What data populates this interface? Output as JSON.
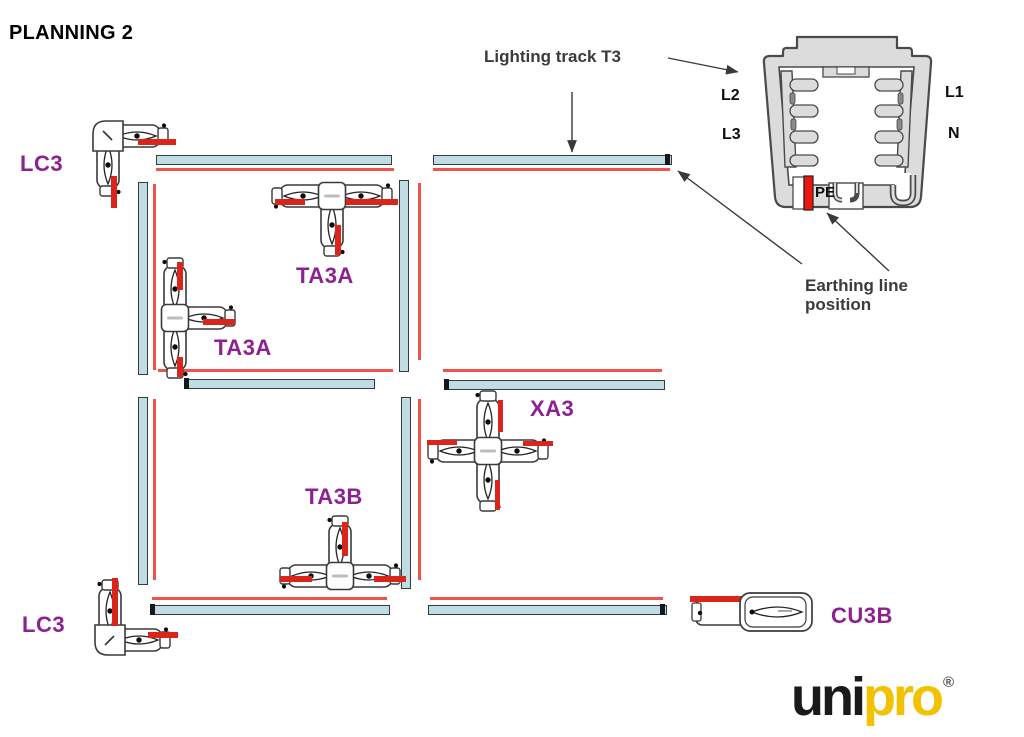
{
  "title": "PLANNING 2",
  "annotations": {
    "lighting_track": "Lighting track T3",
    "earthing_line": "Earthing line",
    "earthing_position": "position"
  },
  "cross_section": {
    "pin_l2": "L2",
    "pin_l3": "L3",
    "pin_l1": "L1",
    "pin_n": "N",
    "pin_pe": "PE"
  },
  "connector_labels": {
    "lc3_top": "LC3",
    "ta3a_top": "TA3A",
    "ta3a_left": "TA3A",
    "xa3": "XA3",
    "ta3b": "TA3B",
    "lc3_bottom": "LC3",
    "cu3b": "CU3B"
  },
  "logo": {
    "uni": "uni",
    "pro": "pro",
    "registered": "®"
  },
  "colors": {
    "track_fill": "#bfdde2",
    "track_border": "#333b3d",
    "earth_line_red": "#f0534b",
    "connector_red": "#da251d",
    "label_purple": "#8e2191",
    "annotation_gray": "#3b3b3d",
    "profile_gray": "#dcdcdc",
    "logo_black": "#1a1a1a",
    "logo_yellow": "#f2c100"
  }
}
